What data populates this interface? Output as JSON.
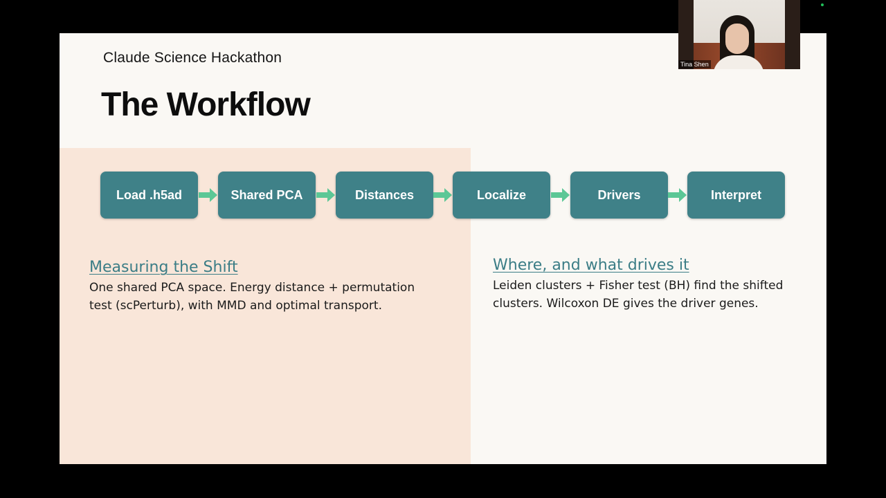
{
  "slide": {
    "kicker": "Claude Science Hackathon",
    "title": "The Workflow"
  },
  "workflow": {
    "steps": [
      "Load .h5ad",
      "Shared PCA",
      "Distances",
      "Localize",
      "Drivers",
      "Interpret"
    ]
  },
  "sections": {
    "left": {
      "heading": "Measuring the Shift",
      "line1": "One shared PCA space. Energy distance + permutation",
      "line2": "test (scPerturb), with MMD and optimal transport."
    },
    "right": {
      "heading": "Where, and what drives it",
      "line1": "Leiden clusters + Fisher test (BH) find the shifted",
      "line2": "clusters. Wilcoxon DE gives the driver genes."
    }
  },
  "webcam": {
    "participant_name": "Tina Shen"
  },
  "colors": {
    "step_fill": "#3f8188",
    "arrow": "#5cc796",
    "heading": "#3b7d86",
    "left_panel": "#f9e6d9",
    "slide_bg": "#faf8f4"
  }
}
